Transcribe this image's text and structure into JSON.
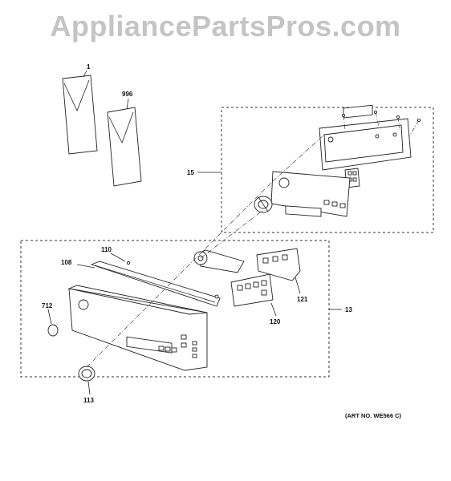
{
  "watermark": "AppliancePartsPros.com",
  "art_number": "(ART NO. WE566 C)",
  "callouts": {
    "c1": "1",
    "c996": "996",
    "c15": "15",
    "c110": "110",
    "c108": "108",
    "c712": "712",
    "c121": "121",
    "c13": "13",
    "c120": "120",
    "c113": "113"
  }
}
